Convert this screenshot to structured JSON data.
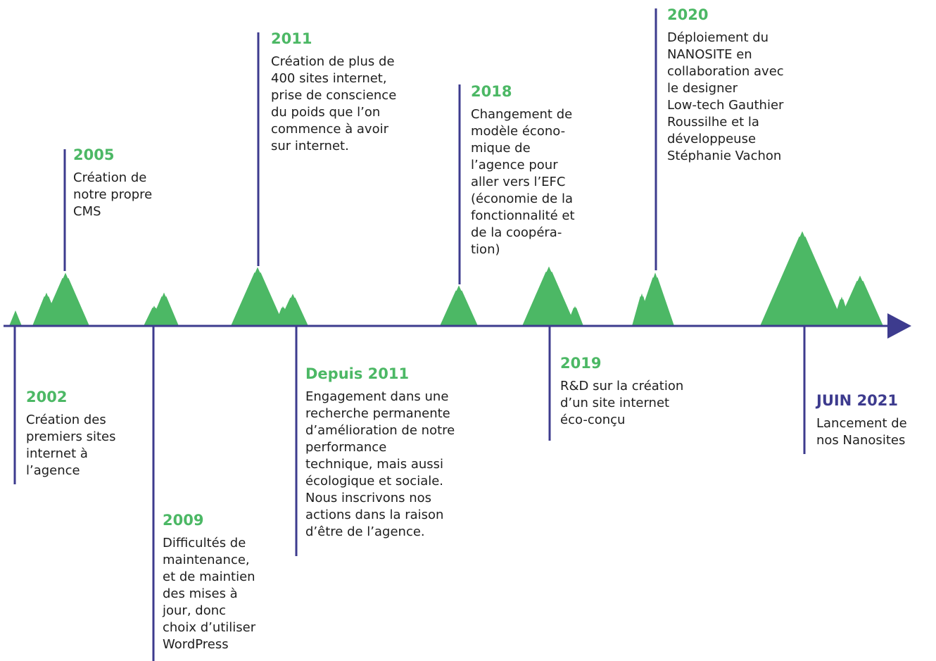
{
  "colors": {
    "accent_green": "#4cb865",
    "accent_navy": "#3d3b8e",
    "line": "#3d3b8e",
    "text": "#1e1e1e",
    "snow": "#ffffff"
  },
  "timeline": {
    "arrow_icon": "arrow-right-icon",
    "mountain_icon": "mountain-icon",
    "events": [
      {
        "id": "2002",
        "year": "2002",
        "description": "Création des\npremiers sites\ninternet à\nl’agence"
      },
      {
        "id": "2005",
        "year": "2005",
        "description": "Création de\nnotre propre\nCMS"
      },
      {
        "id": "2009",
        "year": "2009",
        "description": "Difficultés de\nmaintenance,\net de maintien\ndes mises à\njour, donc\nchoix d’utiliser\nWordPress"
      },
      {
        "id": "2011",
        "year": "2011",
        "description": "Création de plus de\n400 sites internet,\nprise de conscience\ndu poids que l’on\ncommence à avoir\nsur internet."
      },
      {
        "id": "depuis-2011",
        "year": "Depuis 2011",
        "description": "Engagement dans une\nrecherche permanente\nd’amélioration de notre\nperformance\ntechnique, mais aussi\nécologique et sociale.\nNous inscrivons nos\nactions dans la raison\nd’être de l’agence."
      },
      {
        "id": "2018",
        "year": "2018",
        "description": "Changement de\nmodèle écono-\nmique de\nl’agence pour\naller vers l’EFC\n(économie de la\nfonctionnalité et\nde la coopéra-\ntion)"
      },
      {
        "id": "2019",
        "year": "2019",
        "description": "R&D sur la création\nd’un site internet\néco-conçu"
      },
      {
        "id": "2020",
        "year": "2020",
        "description": "Déploiement du\nNANOSITE en\ncollaboration avec\nle designer\nLow-tech Gauthier\nRoussilhe et la\ndéveloppeuse\nStéphanie Vachon"
      },
      {
        "id": "juin-2021",
        "year": "JUIN 2021",
        "description": "Lancement de\nnos Nanosites"
      }
    ]
  }
}
